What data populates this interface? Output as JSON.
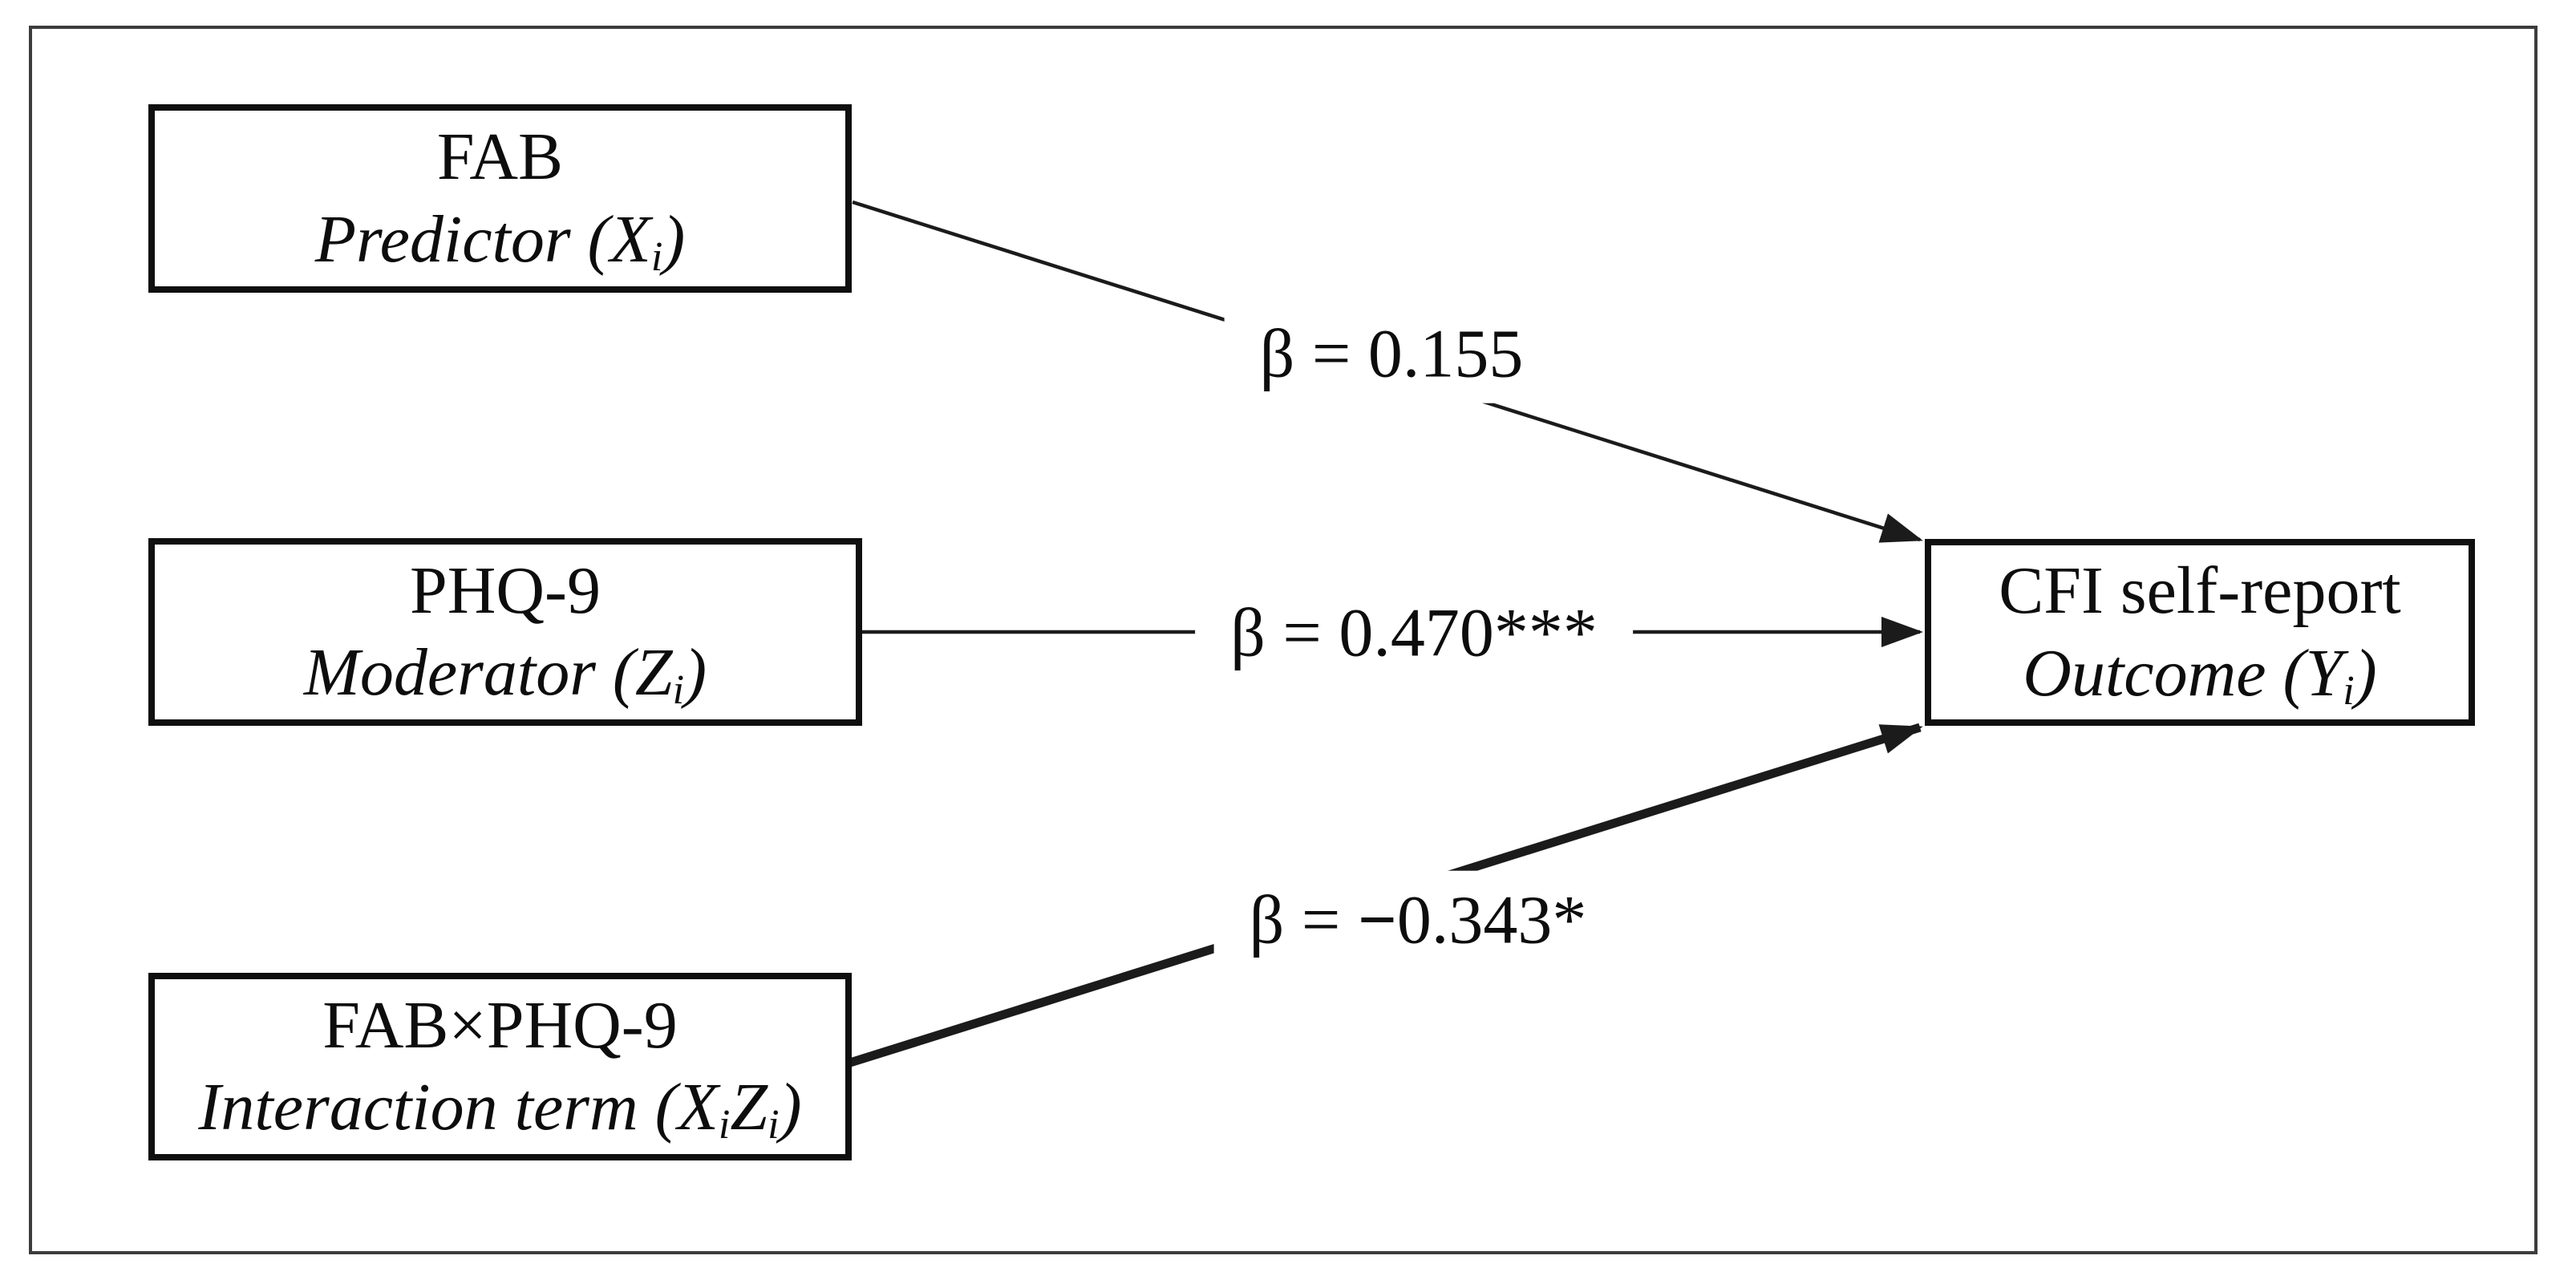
{
  "figure": {
    "type": "moderation-path-diagram",
    "boxes": {
      "fab": {
        "title": "FAB",
        "subtitle_parts": [
          {
            "t": "Predictor (X"
          },
          {
            "t": "i",
            "sub": true
          },
          {
            "t": ")"
          }
        ]
      },
      "phq9": {
        "title": "PHQ-9",
        "subtitle_parts": [
          {
            "t": "Moderator (Z"
          },
          {
            "t": "i",
            "sub": true
          },
          {
            "t": ")"
          }
        ]
      },
      "interaction": {
        "title": "FAB×PHQ-9",
        "subtitle_parts": [
          {
            "t": "Interaction term (X"
          },
          {
            "t": "i",
            "sub": true
          },
          {
            "t": "Z"
          },
          {
            "t": "i",
            "sub": true
          },
          {
            "t": ")"
          }
        ]
      },
      "outcome": {
        "title": "CFI self-report",
        "subtitle_parts": [
          {
            "t": "Outcome (Y"
          },
          {
            "t": "i",
            "sub": true
          },
          {
            "t": ")"
          }
        ]
      }
    },
    "paths": [
      {
        "name": "fab-to-outcome",
        "label_prefix": "β = ",
        "label_minus": "",
        "label_value": "0.155",
        "weight": "thin"
      },
      {
        "name": "phq9-to-outcome",
        "label_prefix": "β = ",
        "label_minus": "",
        "label_value": "0.470***",
        "weight": "thin"
      },
      {
        "name": "interaction-to-outcome",
        "label_prefix": "β = ",
        "label_minus": "−",
        "label_value": "0.343*",
        "weight": "thick"
      }
    ],
    "colors": {
      "line": "#1b1b1b",
      "box_border": "#0f0f0f",
      "frame_border": "#3c3c3c",
      "background": "#ffffff",
      "text": "#0d0d0d"
    }
  }
}
